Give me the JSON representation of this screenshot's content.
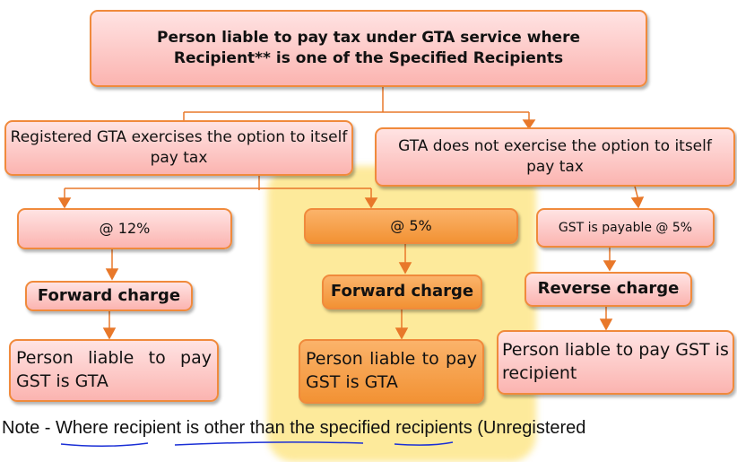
{
  "root": {
    "line1": "Person liable to pay tax under GTA service where",
    "line2": "Recipient** is one of the Specified Recipients"
  },
  "left_branch": "Registered GTA exercises the option to itself pay tax",
  "right_branch": "GTA does not exercise the option to itself pay tax",
  "rate_12": "@ 12%",
  "rate_5": "@ 5%",
  "rate_rcm": "GST is payable @ 5%",
  "charge_a": "Forward charge",
  "charge_b": "Forward charge",
  "charge_c": "Reverse charge",
  "person_a": "Person liable to pay GST is GTA",
  "person_b": "Person liable to pay GST is GTA",
  "person_c": "Person liable to pay GST is recipient",
  "note": "Note - Where recipient is other than the specified recipients (Unregistered",
  "colors": {
    "border": "#f08a3c",
    "box": "#fbb4b0",
    "highlight": "#fde37a",
    "underline": "#1a2fd6"
  }
}
